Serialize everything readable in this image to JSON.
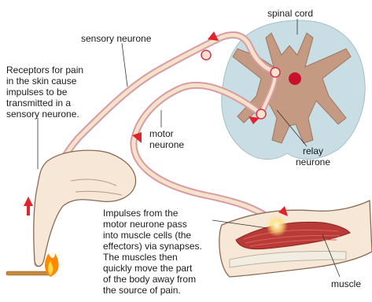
{
  "labels": {
    "spinal_cord": "spinal cord",
    "sensory_neurone": "sensory neurone",
    "receptors": "Receptors for pain\nin the skin cause\nimpulses to be\ntransmitted in a\nsensory neurone.",
    "motor_neurone": "motor\nneurone",
    "relay_neurone": "relay\nneurone",
    "impulses": "Impulses from the\nmotor neurone pass\ninto muscle cells (the\neffectors) via synapses.\nThe muscles then\nquickly move the part\nof the body away from\nthe source of pain.",
    "muscle": "muscle"
  },
  "colors": {
    "cord_outer": "#c9dde5",
    "cord_grey_matter": "#c49a82",
    "neurone_fill": "#f3e3c9",
    "neurone_edge": "#d99aa6",
    "impulse_arrow": "#e0242c",
    "central_canal": "#c8102e",
    "skin": "#f6e7d6",
    "skin_edge": "#8a6a55",
    "muscle": "#b93a36",
    "flame_outer": "#ff8a00",
    "flame_inner": "#ffd84a"
  }
}
